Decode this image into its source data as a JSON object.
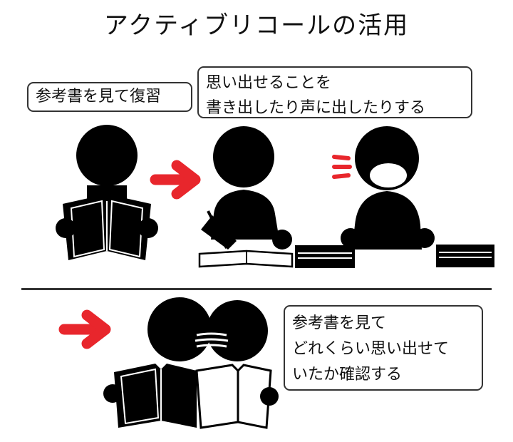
{
  "title": "アクティブリコールの活用",
  "steps": {
    "review": "参考書を見て復習",
    "recall_line1": "思い出せることを",
    "recall_line2": "書き出したり声に出したりする",
    "check_line1": "参考書を見て",
    "check_line2": "どれくらい思い出せて",
    "check_line3": "いたか確認する"
  },
  "colors": {
    "arrow": "#e8262c",
    "figure": "#000000",
    "bubble_border": "#333333"
  }
}
